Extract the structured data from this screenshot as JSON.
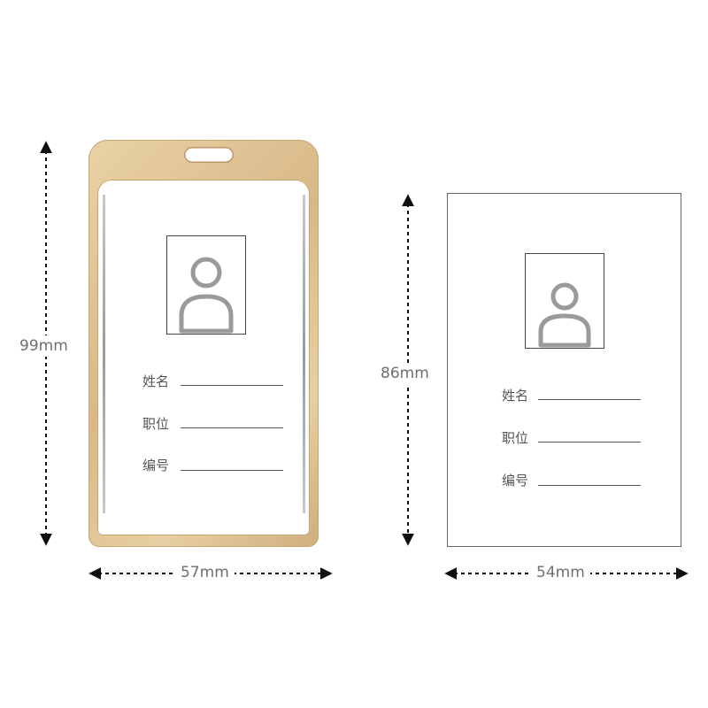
{
  "holder_card": {
    "height_label": "99mm",
    "width_label": "57mm",
    "fields": [
      {
        "label": "姓名"
      },
      {
        "label": "职位"
      },
      {
        "label": "编号"
      }
    ]
  },
  "plain_card": {
    "height_label": "86mm",
    "width_label": "54mm",
    "fields": [
      {
        "label": "姓名"
      },
      {
        "label": "职位"
      },
      {
        "label": "编号"
      }
    ]
  },
  "colors": {
    "holder_gold": "#d8b888",
    "outline_gray": "#666666",
    "avatar_gray": "#999999",
    "dimension_text": "#6e6e6e"
  },
  "icons": [
    "person-avatar-icon",
    "dimension-arrow-icon"
  ]
}
